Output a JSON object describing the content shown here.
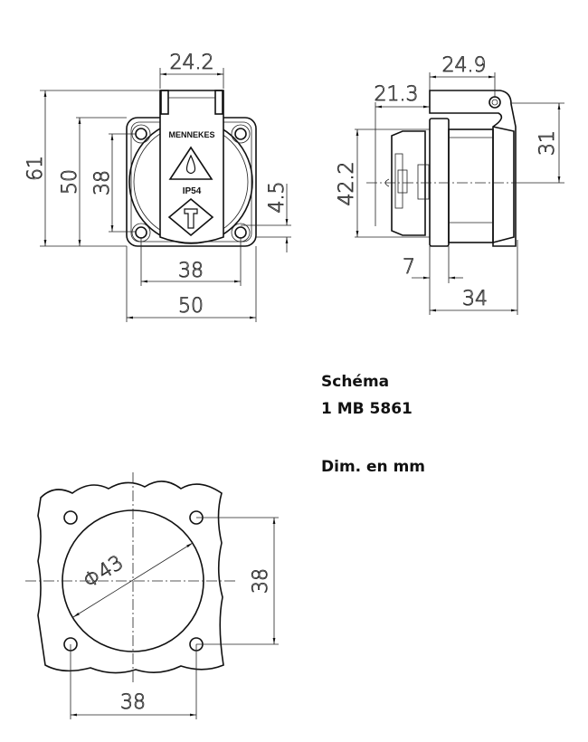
{
  "front_view": {
    "brand": "MENNEKES",
    "rating": "IP54",
    "dims": {
      "flap_width": "24.2",
      "total_height": "61",
      "body_height": "50",
      "hole_spacing_v": "38",
      "hole_offset": "4.5",
      "hole_spacing_h": "38",
      "body_width": "50"
    }
  },
  "side_view": {
    "dims": {
      "depth_cover": "24.9",
      "depth_rear": "21.3",
      "rear_height": "42.2",
      "pivot_height": "31",
      "flange": "7",
      "total_depth": "34"
    }
  },
  "cutout_view": {
    "dims": {
      "diameter": "Φ43",
      "hole_spacing_v": "38",
      "hole_spacing_h": "38"
    }
  },
  "caption": {
    "title": "Schéma",
    "reference": "1 MB 5861",
    "units": "Dim. en mm"
  }
}
